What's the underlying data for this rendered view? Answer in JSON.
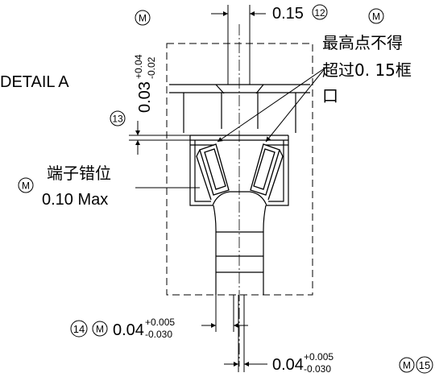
{
  "detail_title": "DETAIL  A",
  "callout_top": {
    "value": "0.15",
    "ref_number": "12"
  },
  "callout_vertical": {
    "value": "0.03",
    "tol_plus": "+0.04",
    "tol_minus": "-0.02",
    "ref_number": "13"
  },
  "note_top_right": {
    "line1": "最高点不得",
    "line2": "超过0. 15框",
    "line3": "口"
  },
  "note_left": {
    "line1": "端子错位",
    "line2": "0.10 Max"
  },
  "callout_bottom_left": {
    "ref_number": "14",
    "value": "0.04",
    "tol_plus": "+0.005",
    "tol_minus": "-0.030"
  },
  "callout_bottom_right": {
    "ref_number": "15",
    "value": "0.04",
    "tol_plus": "+0.005",
    "tol_minus": "-0.030"
  },
  "marker_letter": "M"
}
